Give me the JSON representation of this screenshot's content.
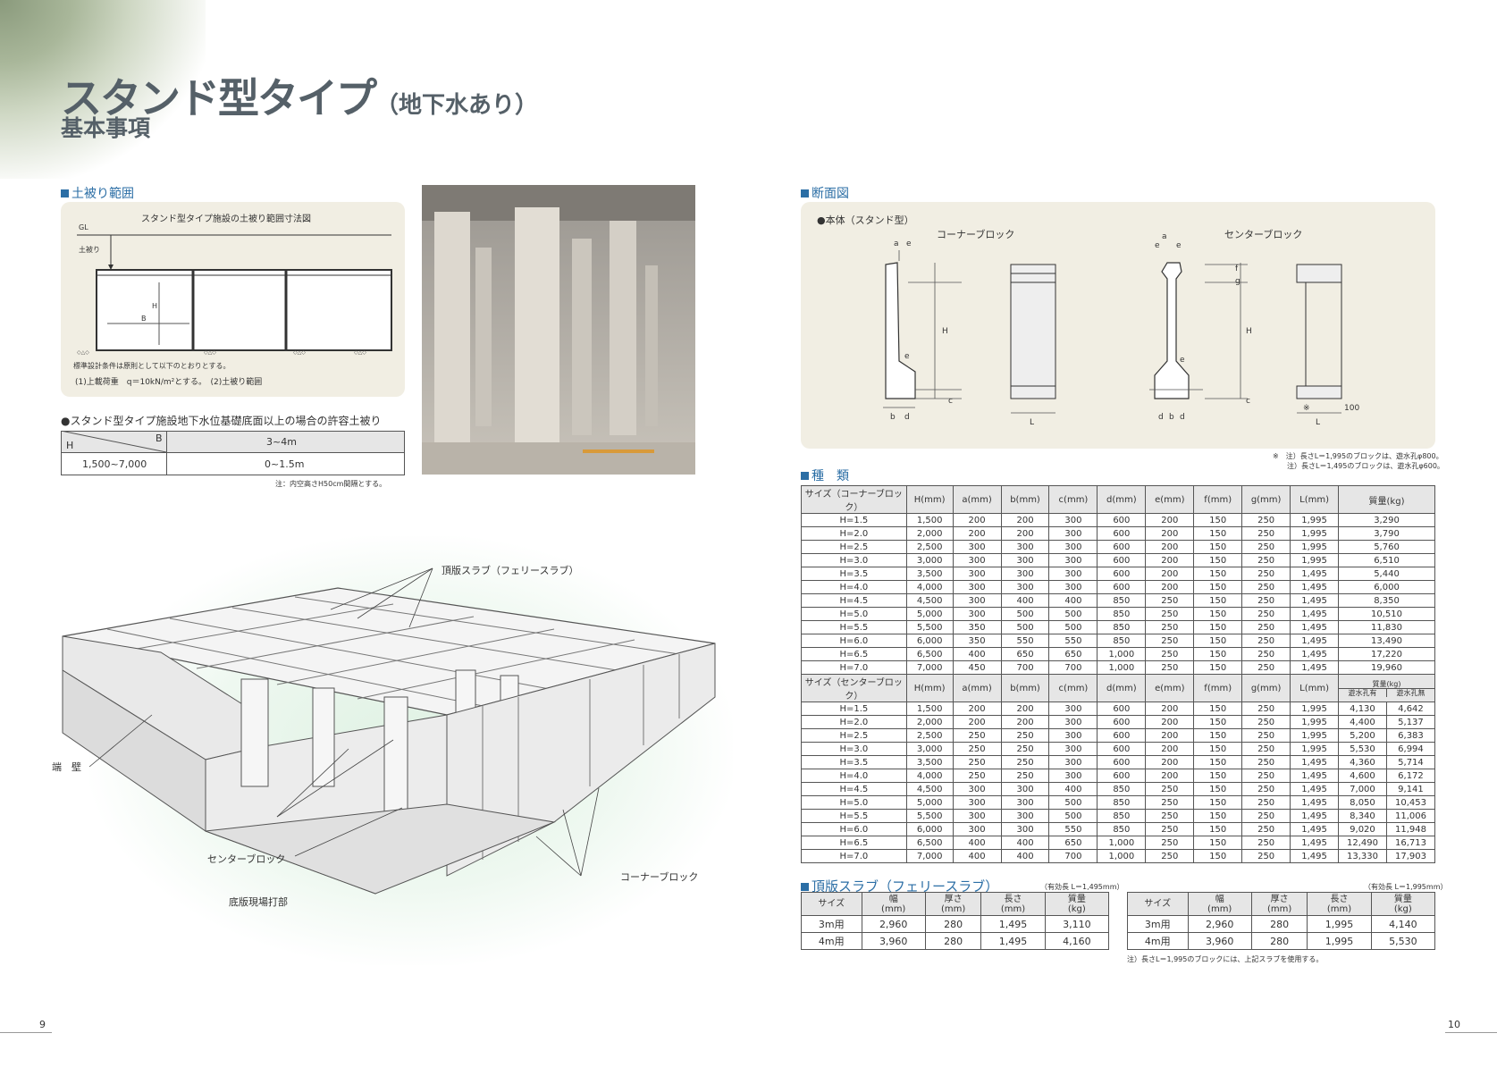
{
  "title": {
    "main": "スタンド型タイプ",
    "sub": "（地下水あり）",
    "subtitle": "基本事項"
  },
  "cover_section": {
    "heading": "土被り範囲",
    "diagram_title": "スタンド型タイプ施設の土被り範囲寸法図",
    "gl": "GL",
    "cover": "土被り",
    "h": "H",
    "b": "B",
    "note1": "標準設計条件は原則として以下のとおりとする。",
    "note2": "(1)上載荷重　q＝10kN/m²とする。　(2)土被り範囲"
  },
  "allow_section": {
    "heading": "●スタンド型タイプ施設地下水位基礎底面以上の場合の許容土被り",
    "h_label": "H",
    "b_label": "B",
    "b_value": "3~4m",
    "h_value": "1,500~7,000",
    "cover_value": "0~1.5m",
    "note": "注：内空高さH50cm間隔とする。"
  },
  "iso_labels": {
    "top_slab": "頂版スラブ（フェリースラブ）",
    "end_wall": "端　壁",
    "center_block": "センターブロック",
    "bottom_slab": "底版現場打部",
    "corner_block": "コーナーブロック"
  },
  "section_view": {
    "heading": "断面図",
    "body_label": "●本体（スタンド型）",
    "corner_label": "コーナーブロック",
    "center_label": "センターブロック",
    "dims": {
      "a": "a",
      "b": "b",
      "c": "c",
      "d": "d",
      "e": "e",
      "f": "f",
      "g": "g",
      "h": "H",
      "l": "L",
      "mark": "※",
      "hundred": "100"
    },
    "note1": "※　注）長さL＝1,995のブロックは、遊水孔φ800。",
    "note2": "注）長さL＝1,495のブロックは、遊水孔φ600。"
  },
  "types": {
    "heading": "種　類",
    "corner_headers": [
      "サイズ（コーナーブロック）",
      "H(mm)",
      "a(mm)",
      "b(mm)",
      "c(mm)",
      "d(mm)",
      "e(mm)",
      "f(mm)",
      "g(mm)",
      "L(mm)",
      "質量(kg)"
    ],
    "corner_rows": [
      [
        "H=1.5",
        "1,500",
        "200",
        "200",
        "300",
        "600",
        "200",
        "150",
        "250",
        "1,995",
        "3,290"
      ],
      [
        "H=2.0",
        "2,000",
        "200",
        "200",
        "300",
        "600",
        "200",
        "150",
        "250",
        "1,995",
        "3,790"
      ],
      [
        "H=2.5",
        "2,500",
        "300",
        "300",
        "300",
        "600",
        "200",
        "150",
        "250",
        "1,995",
        "5,760"
      ],
      [
        "H=3.0",
        "3,000",
        "300",
        "300",
        "300",
        "600",
        "200",
        "150",
        "250",
        "1,995",
        "6,510"
      ],
      [
        "H=3.5",
        "3,500",
        "300",
        "300",
        "300",
        "600",
        "200",
        "150",
        "250",
        "1,495",
        "5,440"
      ],
      [
        "H=4.0",
        "4,000",
        "300",
        "300",
        "300",
        "600",
        "200",
        "150",
        "250",
        "1,495",
        "6,000"
      ],
      [
        "H=4.5",
        "4,500",
        "300",
        "400",
        "400",
        "850",
        "250",
        "150",
        "250",
        "1,495",
        "8,350"
      ],
      [
        "H=5.0",
        "5,000",
        "300",
        "500",
        "500",
        "850",
        "250",
        "150",
        "250",
        "1,495",
        "10,510"
      ],
      [
        "H=5.5",
        "5,500",
        "350",
        "500",
        "500",
        "850",
        "250",
        "150",
        "250",
        "1,495",
        "11,830"
      ],
      [
        "H=6.0",
        "6,000",
        "350",
        "550",
        "550",
        "850",
        "250",
        "150",
        "250",
        "1,495",
        "13,490"
      ],
      [
        "H=6.5",
        "6,500",
        "400",
        "650",
        "650",
        "1,000",
        "250",
        "150",
        "250",
        "1,495",
        "17,220"
      ],
      [
        "H=7.0",
        "7,000",
        "450",
        "700",
        "700",
        "1,000",
        "250",
        "150",
        "250",
        "1,495",
        "19,960"
      ]
    ],
    "center_headers": [
      "サイズ（センターブロック）",
      "H(mm)",
      "a(mm)",
      "b(mm)",
      "c(mm)",
      "d(mm)",
      "e(mm)",
      "f(mm)",
      "g(mm)",
      "L(mm)"
    ],
    "center_mass_label": "質量(kg)",
    "center_mass_sub": [
      "遊水孔有",
      "遊水孔無"
    ],
    "center_rows": [
      [
        "H=1.5",
        "1,500",
        "200",
        "200",
        "300",
        "600",
        "200",
        "150",
        "250",
        "1,995",
        "4,130",
        "4,642"
      ],
      [
        "H=2.0",
        "2,000",
        "200",
        "200",
        "300",
        "600",
        "200",
        "150",
        "250",
        "1,995",
        "4,400",
        "5,137"
      ],
      [
        "H=2.5",
        "2,500",
        "250",
        "250",
        "300",
        "600",
        "200",
        "150",
        "250",
        "1,995",
        "5,200",
        "6,383"
      ],
      [
        "H=3.0",
        "3,000",
        "250",
        "250",
        "300",
        "600",
        "200",
        "150",
        "250",
        "1,995",
        "5,530",
        "6,994"
      ],
      [
        "H=3.5",
        "3,500",
        "250",
        "250",
        "300",
        "600",
        "200",
        "150",
        "250",
        "1,495",
        "4,360",
        "5,714"
      ],
      [
        "H=4.0",
        "4,000",
        "250",
        "250",
        "300",
        "600",
        "200",
        "150",
        "250",
        "1,495",
        "4,600",
        "6,172"
      ],
      [
        "H=4.5",
        "4,500",
        "300",
        "300",
        "400",
        "850",
        "250",
        "150",
        "250",
        "1,495",
        "7,000",
        "9,141"
      ],
      [
        "H=5.0",
        "5,000",
        "300",
        "300",
        "500",
        "850",
        "250",
        "150",
        "250",
        "1,495",
        "8,050",
        "10,453"
      ],
      [
        "H=5.5",
        "5,500",
        "300",
        "300",
        "500",
        "850",
        "250",
        "150",
        "250",
        "1,495",
        "8,340",
        "11,006"
      ],
      [
        "H=6.0",
        "6,000",
        "300",
        "300",
        "550",
        "850",
        "250",
        "150",
        "250",
        "1,495",
        "9,020",
        "11,948"
      ],
      [
        "H=6.5",
        "6,500",
        "400",
        "400",
        "650",
        "1,000",
        "250",
        "150",
        "250",
        "1,495",
        "12,490",
        "16,713"
      ],
      [
        "H=7.0",
        "7,000",
        "400",
        "400",
        "700",
        "1,000",
        "250",
        "150",
        "250",
        "1,495",
        "13,330",
        "17,903"
      ]
    ]
  },
  "slab": {
    "heading": "頂版スラブ（フェリースラブ）",
    "left_note": "（有効長 L＝1,495mm）",
    "right_note": "（有効長 L＝1,995mm）",
    "headers": [
      [
        "サイズ",
        ""
      ],
      [
        "幅",
        "(mm)"
      ],
      [
        "厚さ",
        "(mm)"
      ],
      [
        "長さ",
        "(mm)"
      ],
      [
        "質量",
        "(kg)"
      ]
    ],
    "left_rows": [
      [
        "3m用",
        "2,960",
        "280",
        "1,495",
        "3,110"
      ],
      [
        "4m用",
        "3,960",
        "280",
        "1,495",
        "4,160"
      ]
    ],
    "right_rows": [
      [
        "3m用",
        "2,960",
        "280",
        "1,995",
        "4,140"
      ],
      [
        "4m用",
        "3,960",
        "280",
        "1,995",
        "5,530"
      ]
    ],
    "bottom_note": "注）長さL＝1,995のブロックには、上記スラブを使用する。"
  },
  "pages": {
    "left": "9",
    "right": "10"
  }
}
